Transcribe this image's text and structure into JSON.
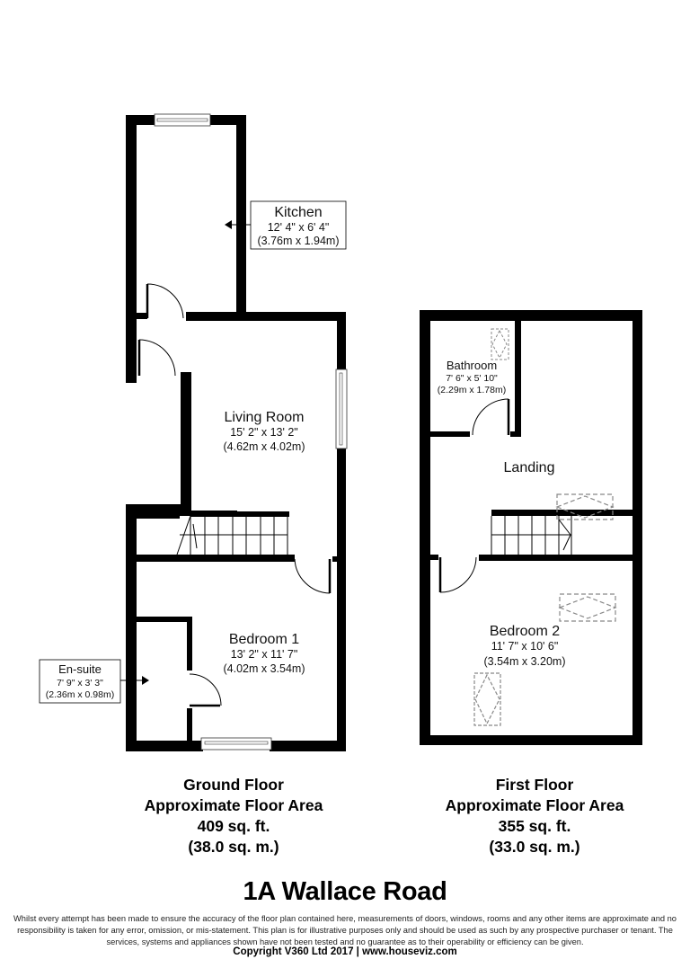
{
  "ground_floor": {
    "rooms": {
      "kitchen": {
        "name": "Kitchen",
        "dim_imperial": "12' 4\" x 6' 4\"",
        "dim_metric": "(3.76m x 1.94m)"
      },
      "living_room": {
        "name": "Living Room",
        "dim_imperial": "15' 2\" x 13' 2\"",
        "dim_metric": "(4.62m x 4.02m)"
      },
      "bedroom_1": {
        "name": "Bedroom 1",
        "dim_imperial": "13' 2\" x 11' 7\"",
        "dim_metric": "(4.02m x 3.54m)"
      },
      "en_suite": {
        "name": "En-suite",
        "dim_imperial": "7' 9\" x 3' 3\"",
        "dim_metric": "(2.36m x 0.98m)"
      }
    },
    "summary": {
      "title": "Ground Floor",
      "subtitle": "Approximate Floor Area",
      "area_sqft": "409 sq. ft.",
      "area_sqm": "(38.0 sq. m.)"
    }
  },
  "first_floor": {
    "rooms": {
      "bathroom": {
        "name": "Bathroom",
        "dim_imperial": "7' 6\" x 5' 10\"",
        "dim_metric": "(2.29m x 1.78m)"
      },
      "landing": {
        "name": "Landing"
      },
      "bedroom_2": {
        "name": "Bedroom 2",
        "dim_imperial": "11' 7\" x 10' 6\"",
        "dim_metric": "(3.54m x 3.20m)"
      }
    },
    "summary": {
      "title": "First Floor",
      "subtitle": "Approximate Floor Area",
      "area_sqft": "355 sq. ft.",
      "area_sqm": "(33.0 sq. m.)"
    }
  },
  "address": "1A Wallace Road",
  "disclaimer": "Whilst every attempt has been made to ensure the accuracy of the floor plan contained here, measurements of doors, windows, rooms and any other items are approximate and no responsibility is taken for any error, omission, or mis-statement. This plan is for illustrative purposes only and should be used as such by any prospective purchaser or tenant. The services, systems and appliances shown have not been tested and no guarantee as to their operability or efficiency can be given.",
  "copyright": "Copyright V360 Ltd 2017 | www.houseviz.com",
  "colors": {
    "wall": "#000000",
    "skylight": "#888888",
    "background": "#ffffff"
  }
}
